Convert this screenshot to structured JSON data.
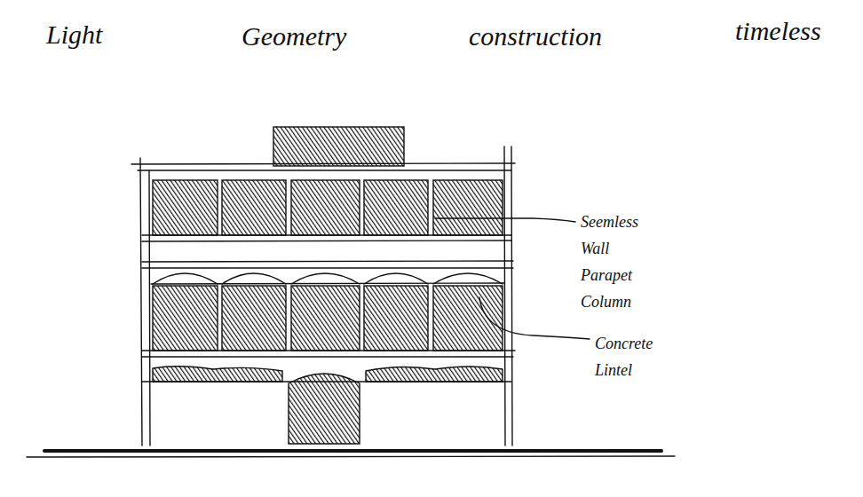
{
  "diagram": {
    "labels": [
      "Light",
      "Geometry",
      "construction",
      "timeless",
      "Seemless Wall Parapet Column",
      "Concrete Lintel"
    ]
  }
}
